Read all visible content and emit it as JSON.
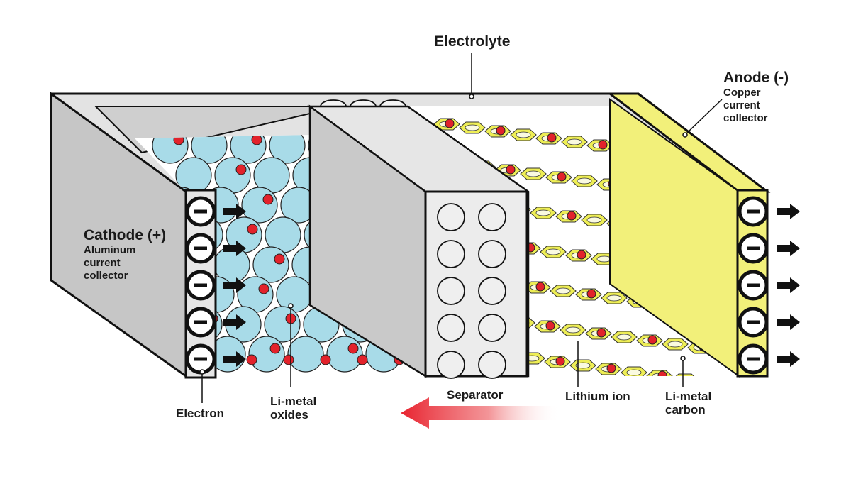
{
  "labels": {
    "electrolyte": "Electrolyte",
    "anode": "Anode (-)",
    "anode_sub_1": "Copper",
    "anode_sub_2": "current",
    "anode_sub_3": "collector",
    "cathode": "Cathode (+)",
    "cathode_sub_1": "Aluminum",
    "cathode_sub_2": "current",
    "cathode_sub_3": "collector",
    "separator": "Separator",
    "lithium_ion": "Lithium ion",
    "li_metal_carbon_1": "Li-metal",
    "li_metal_carbon_2": "carbon",
    "li_metal_oxides_1": "Li-metal",
    "li_metal_oxides_2": "oxides",
    "electron": "Electron"
  },
  "colors": {
    "cathode_particle": "#a8dbe8",
    "lithium_ion": "#e2222b",
    "anode_collector": "#f2f07a",
    "anode_carbon": "#eeee55",
    "casing_front": "#ededed",
    "casing_side": "#c6c6c6",
    "outline": "#111111",
    "flow_arrow": "#e8232f"
  },
  "icons": {
    "electron": "minus-circle-icon",
    "electron_flow": "right-arrow-icon",
    "ion_flow": "left-arrow-gradient-icon"
  },
  "electron_count_left": 5,
  "electron_count_right": 5
}
